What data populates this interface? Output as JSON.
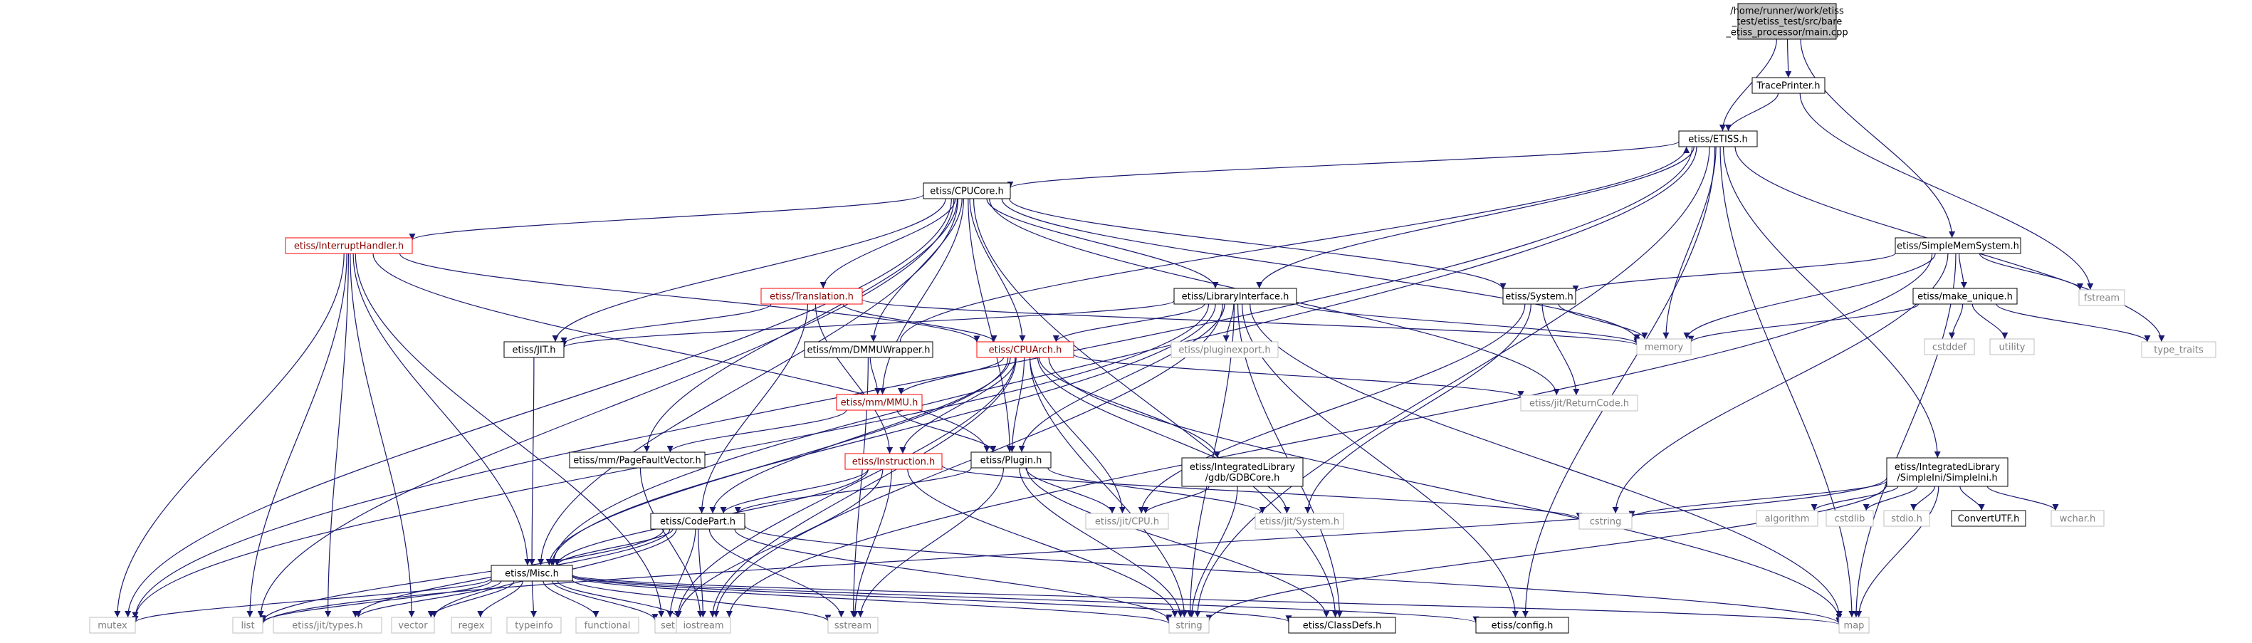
{
  "graph": {
    "nodes": [
      {
        "id": "main",
        "label": [
          "/home/runner/work/etiss",
          "_test/etiss_test/src/bare",
          "_etiss_processor/main.cpp"
        ],
        "style": "root"
      },
      {
        "id": "traceprinter",
        "label": [
          "TracePrinter.h"
        ],
        "style": "linked"
      },
      {
        "id": "etiss",
        "label": [
          "etiss/ETISS.h"
        ],
        "style": "linked"
      },
      {
        "id": "simplemem",
        "label": [
          "etiss/SimpleMemSystem.h"
        ],
        "style": "linked"
      },
      {
        "id": "cpucore",
        "label": [
          "etiss/CPUCore.h"
        ],
        "style": "linked"
      },
      {
        "id": "interrupthandler",
        "label": [
          "etiss/InterruptHandler.h"
        ],
        "style": "incomplete"
      },
      {
        "id": "translation",
        "label": [
          "etiss/Translation.h"
        ],
        "style": "incomplete"
      },
      {
        "id": "libinterface",
        "label": [
          "etiss/LibraryInterface.h"
        ],
        "style": "linked"
      },
      {
        "id": "system",
        "label": [
          "etiss/System.h"
        ],
        "style": "linked"
      },
      {
        "id": "makeunique",
        "label": [
          "etiss/make_unique.h"
        ],
        "style": "linked"
      },
      {
        "id": "fstream",
        "label": [
          "fstream"
        ],
        "style": "system"
      },
      {
        "id": "jith",
        "label": [
          "etiss/JIT.h"
        ],
        "style": "linked"
      },
      {
        "id": "dmmuwrapper",
        "label": [
          "etiss/mm/DMMUWrapper.h"
        ],
        "style": "linked"
      },
      {
        "id": "cpuarch",
        "label": [
          "etiss/CPUArch.h"
        ],
        "style": "incomplete"
      },
      {
        "id": "pluginexport",
        "label": [
          "etiss/pluginexport.h"
        ],
        "style": "system"
      },
      {
        "id": "memory",
        "label": [
          "memory"
        ],
        "style": "system"
      },
      {
        "id": "cstddef",
        "label": [
          "cstddef"
        ],
        "style": "system"
      },
      {
        "id": "utility",
        "label": [
          "utility"
        ],
        "style": "system"
      },
      {
        "id": "typetraits",
        "label": [
          "type_traits"
        ],
        "style": "system"
      },
      {
        "id": "mmu",
        "label": [
          "etiss/mm/MMU.h"
        ],
        "style": "incomplete"
      },
      {
        "id": "returncode",
        "label": [
          "etiss/jit/ReturnCode.h"
        ],
        "style": "system"
      },
      {
        "id": "pagefault",
        "label": [
          "etiss/mm/PageFaultVector.h"
        ],
        "style": "linked"
      },
      {
        "id": "plugin",
        "label": [
          "etiss/Plugin.h"
        ],
        "style": "linked"
      },
      {
        "id": "instruction",
        "label": [
          "etiss/Instruction.h"
        ],
        "style": "incomplete"
      },
      {
        "id": "gdbcore",
        "label": [
          "etiss/IntegratedLibrary",
          "/gdb/GDBCore.h"
        ],
        "style": "linked"
      },
      {
        "id": "simpleini",
        "label": [
          "etiss/IntegratedLibrary",
          "/SimpleIni/SimpleIni.h"
        ],
        "style": "linked"
      },
      {
        "id": "cstring",
        "label": [
          "cstring"
        ],
        "style": "system"
      },
      {
        "id": "codepart",
        "label": [
          "etiss/CodePart.h"
        ],
        "style": "linked"
      },
      {
        "id": "jitcpu",
        "label": [
          "etiss/jit/CPU.h"
        ],
        "style": "system"
      },
      {
        "id": "jitsystem",
        "label": [
          "etiss/jit/System.h"
        ],
        "style": "system"
      },
      {
        "id": "algorithm",
        "label": [
          "algorithm"
        ],
        "style": "system"
      },
      {
        "id": "cstdlib",
        "label": [
          "cstdlib"
        ],
        "style": "system"
      },
      {
        "id": "stdio",
        "label": [
          "stdio.h"
        ],
        "style": "system"
      },
      {
        "id": "convertutf",
        "label": [
          "ConvertUTF.h"
        ],
        "style": "linked"
      },
      {
        "id": "wchar",
        "label": [
          "wchar.h"
        ],
        "style": "system"
      },
      {
        "id": "misc",
        "label": [
          "etiss/Misc.h"
        ],
        "style": "linked"
      },
      {
        "id": "mutex",
        "label": [
          "mutex"
        ],
        "style": "system"
      },
      {
        "id": "list",
        "label": [
          "list"
        ],
        "style": "system"
      },
      {
        "id": "jittypes",
        "label": [
          "etiss/jit/types.h"
        ],
        "style": "system"
      },
      {
        "id": "vector",
        "label": [
          "vector"
        ],
        "style": "system"
      },
      {
        "id": "regex",
        "label": [
          "regex"
        ],
        "style": "system"
      },
      {
        "id": "typeinfo",
        "label": [
          "typeinfo"
        ],
        "style": "system"
      },
      {
        "id": "functional",
        "label": [
          "functional"
        ],
        "style": "system"
      },
      {
        "id": "set",
        "label": [
          "set"
        ],
        "style": "system"
      },
      {
        "id": "iostream",
        "label": [
          "iostream"
        ],
        "style": "system"
      },
      {
        "id": "sstream",
        "label": [
          "sstream"
        ],
        "style": "system"
      },
      {
        "id": "string",
        "label": [
          "string"
        ],
        "style": "system"
      },
      {
        "id": "classdefs",
        "label": [
          "etiss/ClassDefs.h"
        ],
        "style": "linked"
      },
      {
        "id": "config",
        "label": [
          "etiss/config.h"
        ],
        "style": "linked"
      },
      {
        "id": "map",
        "label": [
          "map"
        ],
        "style": "system"
      }
    ],
    "edges": [
      [
        "main",
        "traceprinter"
      ],
      [
        "main",
        "etiss"
      ],
      [
        "main",
        "simplemem"
      ],
      [
        "traceprinter",
        "etiss"
      ],
      [
        "traceprinter",
        "fstream"
      ],
      [
        "etiss",
        "cpucore"
      ],
      [
        "etiss",
        "libinterface"
      ],
      [
        "etiss",
        "misc"
      ],
      [
        "etiss",
        "memory"
      ],
      [
        "etiss",
        "typetraits"
      ],
      [
        "etiss",
        "simpleini"
      ],
      [
        "etiss",
        "mutex"
      ],
      [
        "etiss",
        "string"
      ],
      [
        "etiss",
        "map"
      ],
      [
        "etiss",
        "config"
      ],
      [
        "cpucore",
        "interrupthandler"
      ],
      [
        "cpucore",
        "translation"
      ],
      [
        "cpucore",
        "libinterface"
      ],
      [
        "cpucore",
        "system"
      ],
      [
        "cpucore",
        "jith"
      ],
      [
        "cpucore",
        "dmmuwrapper"
      ],
      [
        "cpucore",
        "cpuarch"
      ],
      [
        "cpucore",
        "mmu"
      ],
      [
        "cpucore",
        "plugin"
      ],
      [
        "cpucore",
        "pagefault"
      ],
      [
        "cpucore",
        "misc"
      ],
      [
        "cpucore",
        "mutex"
      ],
      [
        "cpucore",
        "list"
      ],
      [
        "cpucore",
        "memory"
      ],
      [
        "cpucore",
        "returncode"
      ],
      [
        "cpucore",
        "classdefs"
      ],
      [
        "interrupthandler",
        "cpuarch"
      ],
      [
        "interrupthandler",
        "plugin"
      ],
      [
        "interrupthandler",
        "misc"
      ],
      [
        "interrupthandler",
        "mutex"
      ],
      [
        "interrupthandler",
        "list"
      ],
      [
        "interrupthandler",
        "jittypes"
      ],
      [
        "interrupthandler",
        "vector"
      ],
      [
        "interrupthandler",
        "set"
      ],
      [
        "translation",
        "jith"
      ],
      [
        "translation",
        "cpuarch"
      ],
      [
        "translation",
        "codepart"
      ],
      [
        "translation",
        "instruction"
      ],
      [
        "translation",
        "memory"
      ],
      [
        "libinterface",
        "cpuarch"
      ],
      [
        "libinterface",
        "jith"
      ],
      [
        "libinterface",
        "plugin"
      ],
      [
        "libinterface",
        "misc"
      ],
      [
        "libinterface",
        "memory"
      ],
      [
        "libinterface",
        "pluginexport"
      ],
      [
        "libinterface",
        "string"
      ],
      [
        "libinterface",
        "map"
      ],
      [
        "libinterface",
        "config"
      ],
      [
        "libinterface",
        "classdefs"
      ],
      [
        "libinterface",
        "mutex"
      ],
      [
        "libinterface",
        "iostream"
      ],
      [
        "system",
        "memory"
      ],
      [
        "system",
        "returncode"
      ],
      [
        "system",
        "jitcpu"
      ],
      [
        "system",
        "jitsystem"
      ],
      [
        "simplemem",
        "system"
      ],
      [
        "simplemem",
        "makeunique"
      ],
      [
        "simplemem",
        "fstream"
      ],
      [
        "simplemem",
        "memory"
      ],
      [
        "simplemem",
        "map"
      ],
      [
        "simplemem",
        "cstring"
      ],
      [
        "simplemem",
        "iostream"
      ],
      [
        "makeunique",
        "memory"
      ],
      [
        "makeunique",
        "cstddef"
      ],
      [
        "makeunique",
        "utility"
      ],
      [
        "makeunique",
        "typetraits"
      ],
      [
        "jith",
        "misc"
      ],
      [
        "dmmuwrapper",
        "etiss"
      ],
      [
        "dmmuwrapper",
        "mmu"
      ],
      [
        "dmmuwrapper",
        "sstream"
      ],
      [
        "cpuarch",
        "mmu"
      ],
      [
        "cpuarch",
        "plugin"
      ],
      [
        "cpuarch",
        "instruction"
      ],
      [
        "cpuarch",
        "gdbcore"
      ],
      [
        "cpuarch",
        "codepart"
      ],
      [
        "cpuarch",
        "jitcpu"
      ],
      [
        "cpuarch",
        "jitsystem"
      ],
      [
        "cpuarch",
        "returncode"
      ],
      [
        "cpuarch",
        "misc"
      ],
      [
        "cpuarch",
        "string"
      ],
      [
        "cpuarch",
        "map"
      ],
      [
        "cpuarch",
        "set"
      ],
      [
        "cpuarch",
        "iostream"
      ],
      [
        "mmu",
        "plugin"
      ],
      [
        "mmu",
        "pagefault"
      ],
      [
        "pagefault",
        "iostream"
      ],
      [
        "plugin",
        "codepart"
      ],
      [
        "plugin",
        "jitcpu"
      ],
      [
        "plugin",
        "jitsystem"
      ],
      [
        "plugin",
        "string"
      ],
      [
        "plugin",
        "sstream"
      ],
      [
        "plugin",
        "classdefs"
      ],
      [
        "instruction",
        "codepart"
      ],
      [
        "instruction",
        "misc"
      ],
      [
        "instruction",
        "cstring"
      ],
      [
        "instruction",
        "string"
      ],
      [
        "instruction",
        "sstream"
      ],
      [
        "instruction",
        "set"
      ],
      [
        "gdbcore",
        "jitcpu"
      ],
      [
        "gdbcore",
        "string"
      ],
      [
        "simpleini",
        "cstring"
      ],
      [
        "simpleini",
        "algorithm"
      ],
      [
        "simpleini",
        "cstdlib"
      ],
      [
        "simpleini",
        "stdio"
      ],
      [
        "simpleini",
        "convertutf"
      ],
      [
        "simpleini",
        "wchar"
      ],
      [
        "simpleini",
        "string"
      ],
      [
        "simpleini",
        "map"
      ],
      [
        "simpleini",
        "list"
      ],
      [
        "codepart",
        "misc"
      ],
      [
        "codepart",
        "jittypes"
      ],
      [
        "codepart",
        "list"
      ],
      [
        "codepart",
        "vector"
      ],
      [
        "codepart",
        "set"
      ],
      [
        "codepart",
        "iostream"
      ],
      [
        "codepart",
        "sstream"
      ],
      [
        "codepart",
        "string"
      ],
      [
        "codepart",
        "map"
      ],
      [
        "misc",
        "mutex"
      ],
      [
        "misc",
        "list"
      ],
      [
        "misc",
        "jittypes"
      ],
      [
        "misc",
        "vector"
      ],
      [
        "misc",
        "regex"
      ],
      [
        "misc",
        "typeinfo"
      ],
      [
        "misc",
        "functional"
      ],
      [
        "misc",
        "set"
      ],
      [
        "misc",
        "iostream"
      ],
      [
        "misc",
        "sstream"
      ],
      [
        "misc",
        "string"
      ],
      [
        "misc",
        "classdefs"
      ],
      [
        "misc",
        "config"
      ],
      [
        "misc",
        "map"
      ]
    ]
  },
  "colors": {
    "edge": "#191970",
    "root_fill": "#bfbfbf",
    "node_border_dark": "#000000",
    "node_border_red": "#ff0000",
    "node_border_system": "#bfbfbf",
    "system_text": "#7f7f7f",
    "node_text": "#000000"
  }
}
